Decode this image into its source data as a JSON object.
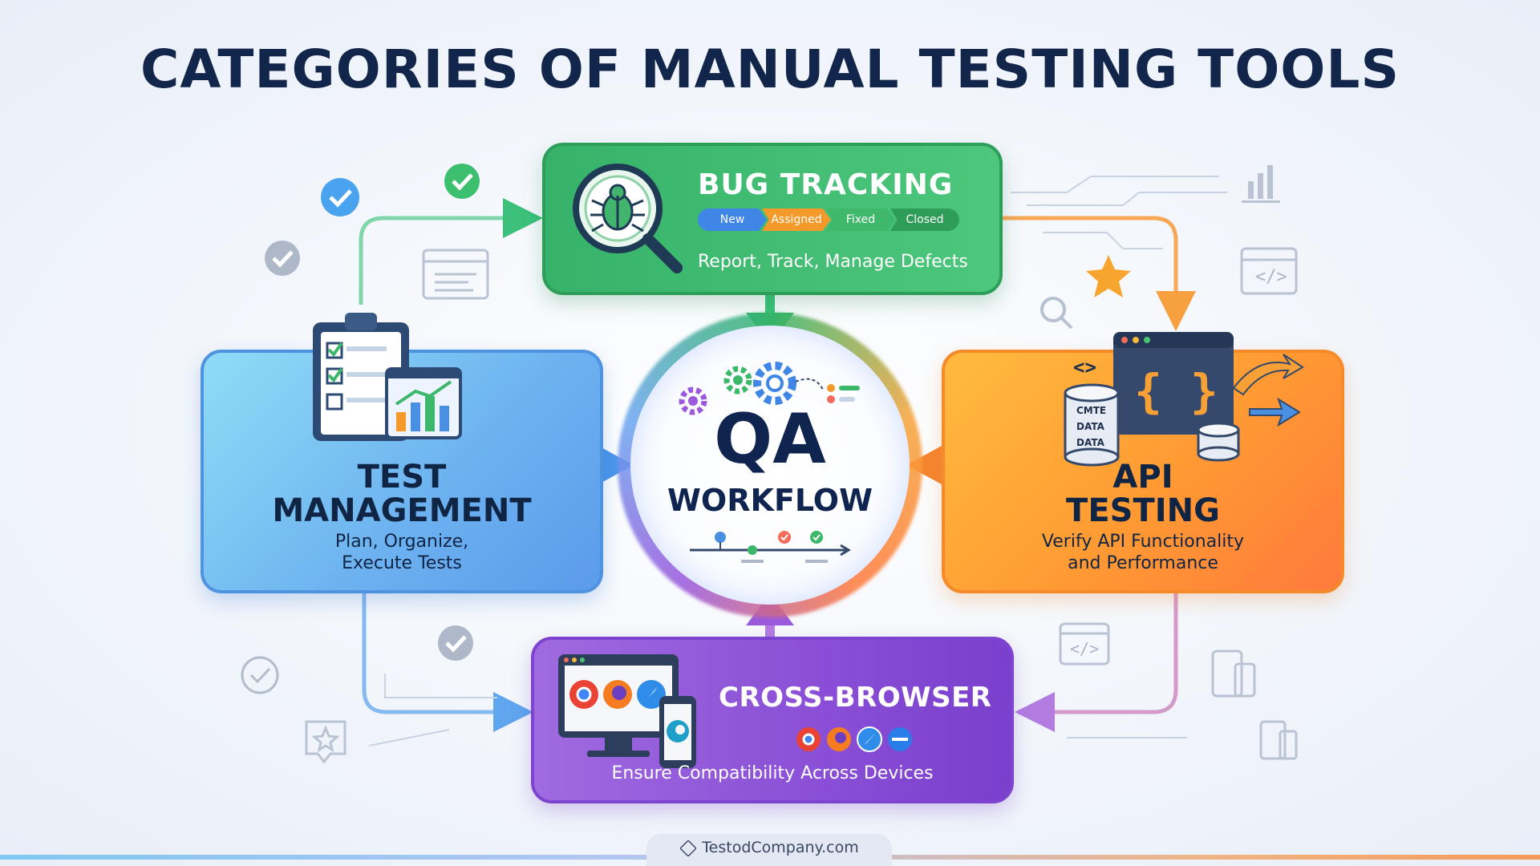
{
  "title": "CATEGORIES OF MANUAL TESTING TOOLS",
  "center": {
    "line1": "QA",
    "line2": "WORKFLOW"
  },
  "bug_tracking": {
    "title": "BUG TRACKING",
    "stages": [
      "New",
      "Assigned",
      "Fixed",
      "Closed"
    ],
    "description": "Report, Track, Manage Defects",
    "colors": {
      "card": "#3dba70",
      "new": "#3f86e6",
      "assigned": "#f39a2b",
      "fixed": "#3fb86c",
      "closed": "#2e9d57"
    }
  },
  "test_management": {
    "title_line1": "TEST",
    "title_line2": "MANAGEMENT",
    "desc_line1": "Plan, Organize,",
    "desc_line2": "Execute Tests",
    "color": "#6cb1f0"
  },
  "api_testing": {
    "title_line1": "API",
    "title_line2": "TESTING",
    "desc_line1": "Verify API Functionality",
    "desc_line2": "and Performance",
    "db_labels": [
      "CMTE",
      "DATA",
      "DATA"
    ],
    "code_symbol": "{ }",
    "tag_symbol": "<>",
    "color": "#ff9a33"
  },
  "cross_browser": {
    "title": "CROSS-BROWSER",
    "description": "Ensure Compatibility Across Devices",
    "color": "#8a4fd6"
  },
  "decor": {
    "code_icon": "</>"
  },
  "footer": {
    "text": "TestodCompany.com"
  }
}
